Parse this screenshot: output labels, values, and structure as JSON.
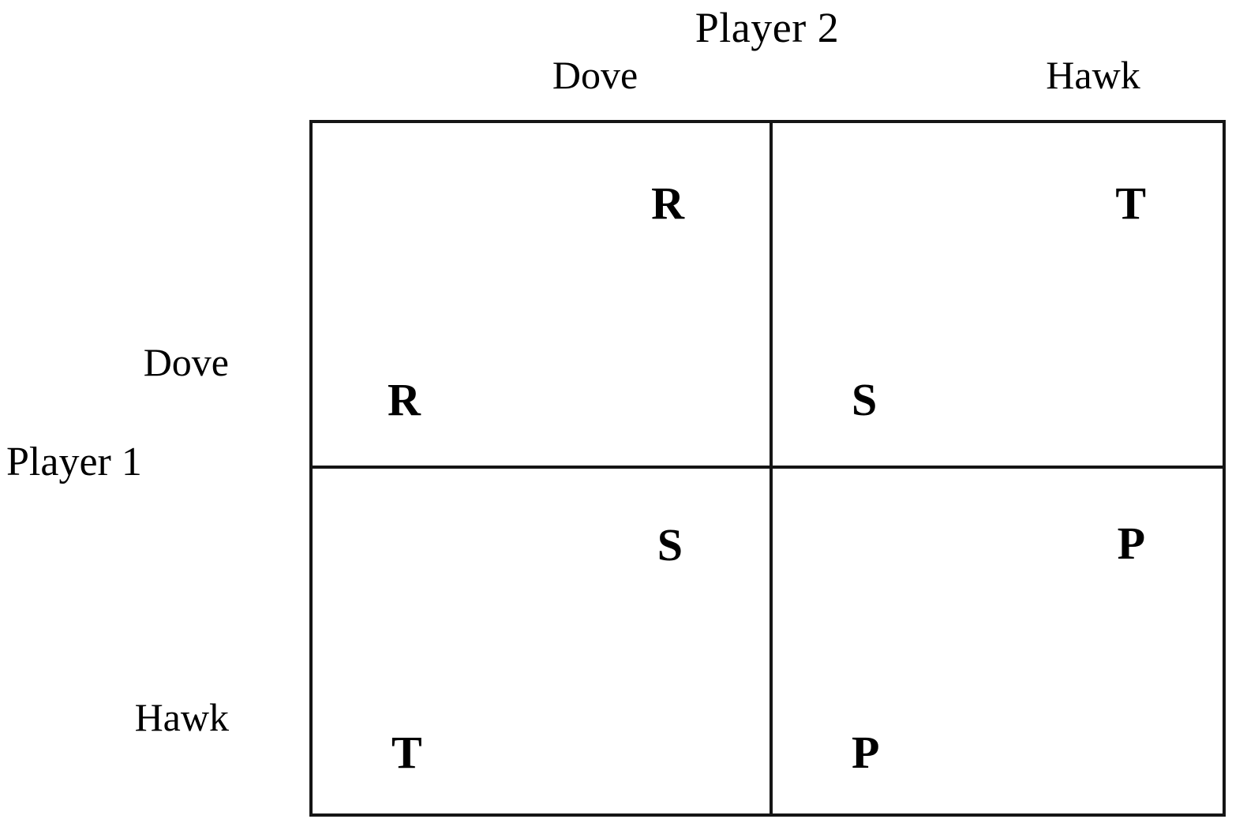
{
  "figure": {
    "type": "payoff-matrix",
    "description": "Hawk-Dove two-player normal-form game payoff matrix"
  },
  "columns": {
    "player_label": "Player 2",
    "headers": [
      "Dove",
      "Hawk"
    ]
  },
  "rows": {
    "player_label": "Player 1",
    "headers": [
      "Dove",
      "Hawk"
    ]
  },
  "cells": [
    {
      "id": "dove-dove",
      "row": "Dove",
      "column": "Dove",
      "player1_payoff": "R",
      "player2_payoff": "R"
    },
    {
      "id": "dove-hawk",
      "row": "Dove",
      "column": "Hawk",
      "player1_payoff": "S",
      "player2_payoff": "T"
    },
    {
      "id": "hawk-dove",
      "row": "Hawk",
      "column": "Dove",
      "player1_payoff": "T",
      "player2_payoff": "S"
    },
    {
      "id": "hawk-hawk",
      "row": "Hawk",
      "column": "Hawk",
      "player1_payoff": "P",
      "player2_payoff": "P"
    }
  ],
  "colors": {
    "background": "#ffffff",
    "ink": "#000000",
    "rule": "#151515"
  }
}
